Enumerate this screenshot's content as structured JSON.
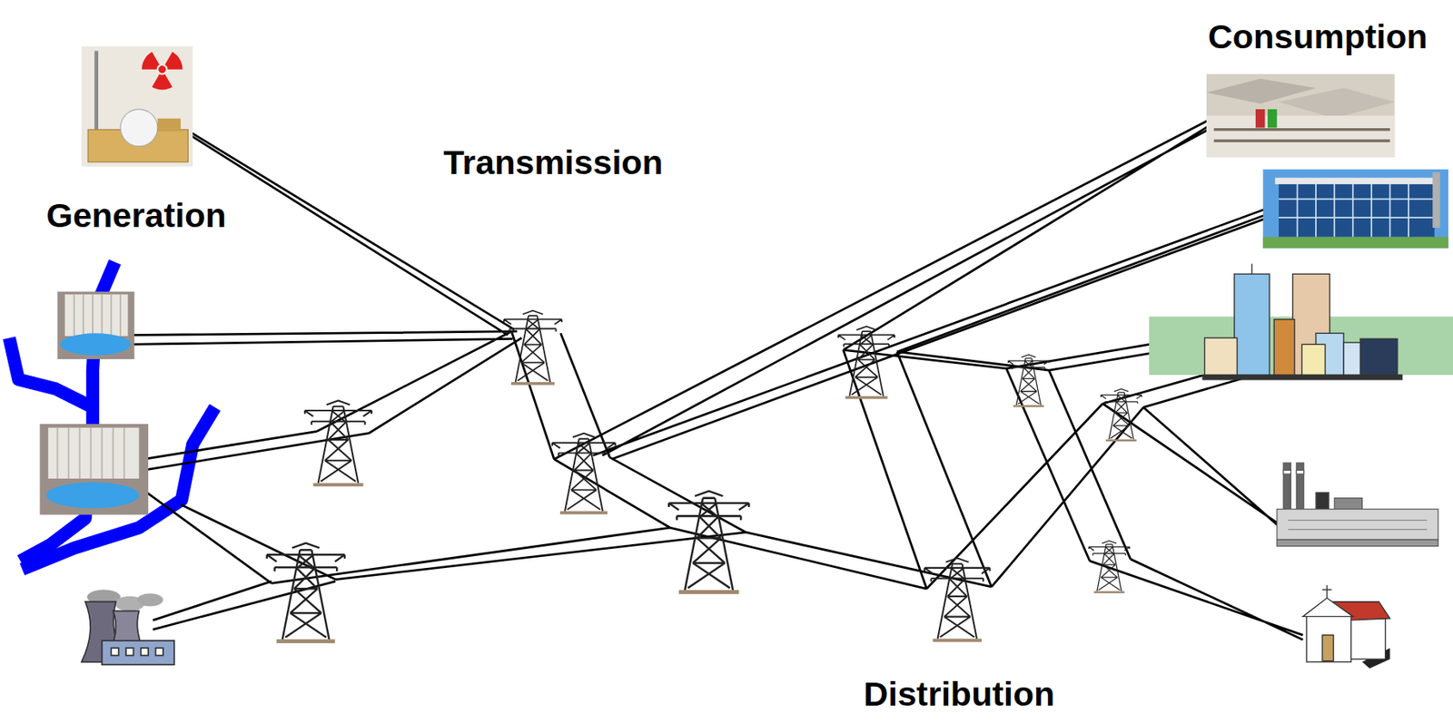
{
  "diagram": {
    "nodes": [
      {
        "text": [
          "Generation"
        ]
      },
      {
        "text": [
          "Transmission"
        ]
      }
    ],
    "labels": [
      "Consumption",
      "Distribution"
    ]
  }
}
